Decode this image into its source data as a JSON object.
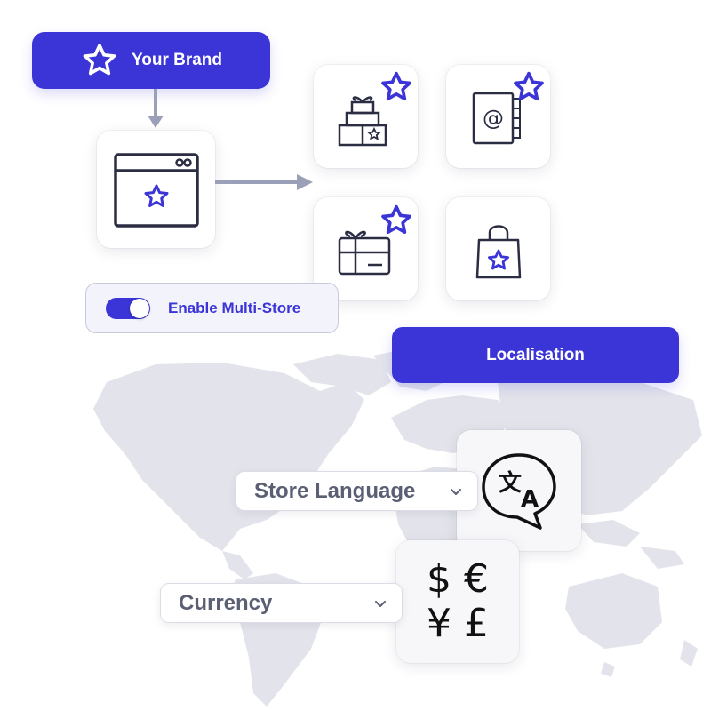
{
  "brand": {
    "label": "Your Brand"
  },
  "toggle": {
    "label": "Enable Multi-Store",
    "enabled": true
  },
  "localisation": {
    "label": "Localisation"
  },
  "language_dropdown": {
    "value": "Store Language"
  },
  "currency_dropdown": {
    "value": "Currency"
  },
  "currency_symbols": {
    "row1": "$ €",
    "row2": "¥ £"
  },
  "language_icon": {
    "glyph_a": "文",
    "glyph_b": "A"
  },
  "colors": {
    "accent": "#3b35d8",
    "map": "#e3e4eb",
    "icon_stroke": "#2b2d42"
  },
  "store_icons": [
    "gift-stack-icon",
    "address-book-icon",
    "gift-card-icon",
    "shopping-bag-icon"
  ]
}
